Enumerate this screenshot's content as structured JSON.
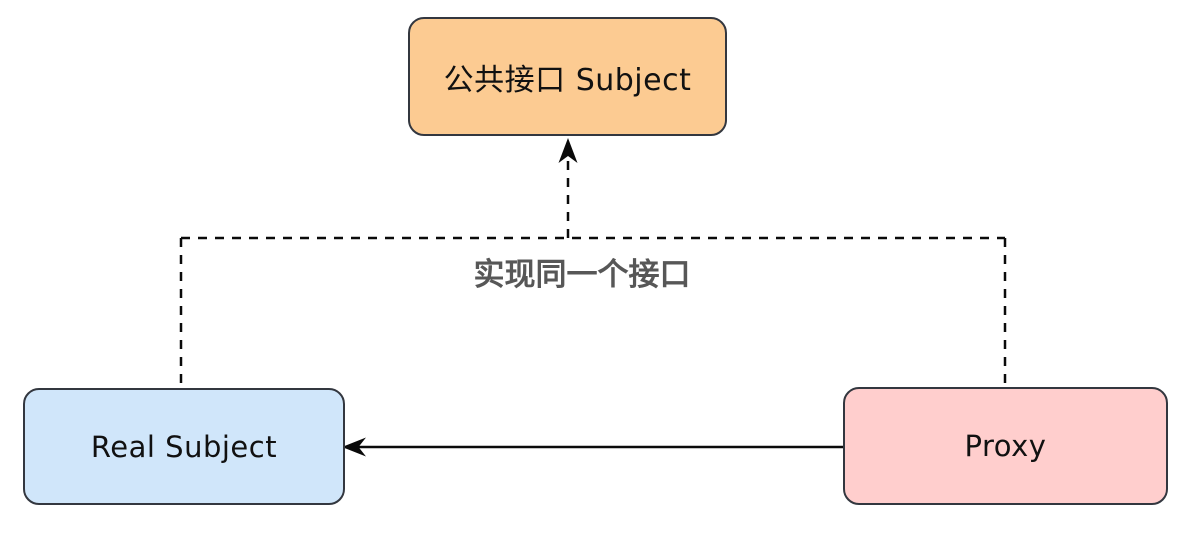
{
  "diagram": {
    "type": "proxy-design-pattern",
    "nodes": {
      "subject": {
        "label": "公共接口 Subject",
        "fill": "#FCCB92"
      },
      "real_subject": {
        "label": "Real Subject",
        "fill": "#D0E6FA"
      },
      "proxy": {
        "label": "Proxy",
        "fill": "#FFCECD"
      }
    },
    "edges": {
      "implements": {
        "label": "实现同一个接口",
        "label_color": "#575757",
        "style": "dashed",
        "arrow": "up-to-subject",
        "from": [
          "real_subject",
          "proxy"
        ],
        "to": "subject"
      },
      "delegation": {
        "label": "",
        "style": "solid",
        "arrow": "left-to-real-subject",
        "from": "proxy",
        "to": "real_subject"
      }
    },
    "colors": {
      "border": "#33373F",
      "line": "#0A0A0A",
      "background": "#FFFFFF"
    }
  }
}
